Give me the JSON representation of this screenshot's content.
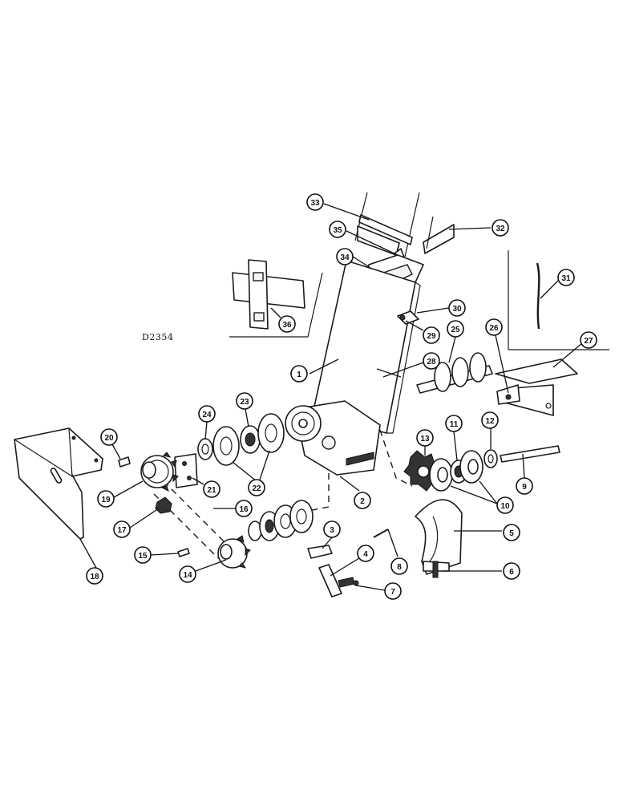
{
  "drawing_code": "D2354",
  "callouts": [
    "1",
    "2",
    "3",
    "4",
    "5",
    "6",
    "7",
    "8",
    "9",
    "10",
    "11",
    "12",
    "13",
    "14",
    "15",
    "16",
    "17",
    "18",
    "19",
    "20",
    "21",
    "22",
    "23",
    "24",
    "25",
    "26",
    "27",
    "28",
    "29",
    "30",
    "31",
    "32",
    "33",
    "34",
    "35",
    "36"
  ]
}
